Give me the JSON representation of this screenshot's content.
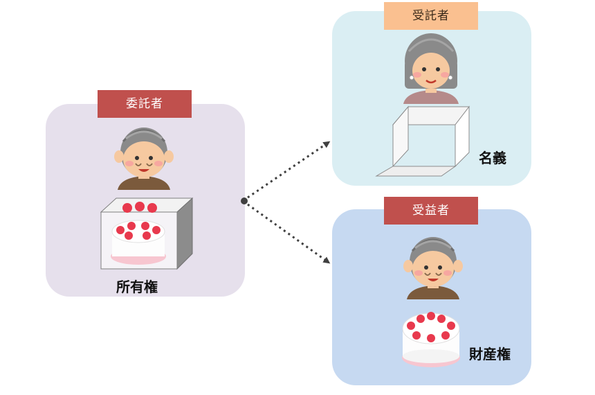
{
  "roles": {
    "settlor": "委託者",
    "trustee": "受託者",
    "beneficiary": "受益者"
  },
  "rights": {
    "ownership": "所有権",
    "nominal_title": "名義",
    "property_right": "財産権"
  },
  "colors": {
    "settlor_panel": "#e6e0ec",
    "trustee_panel": "#daeef3",
    "beneficiary_panel": "#c6d9f1",
    "label_red": "#c0504d",
    "label_peach": "#fac090",
    "arrow": "#404040"
  },
  "icons": {
    "person": "elderly-person-icon",
    "cake": "strawberry-cake-icon",
    "box": "box-icon"
  }
}
